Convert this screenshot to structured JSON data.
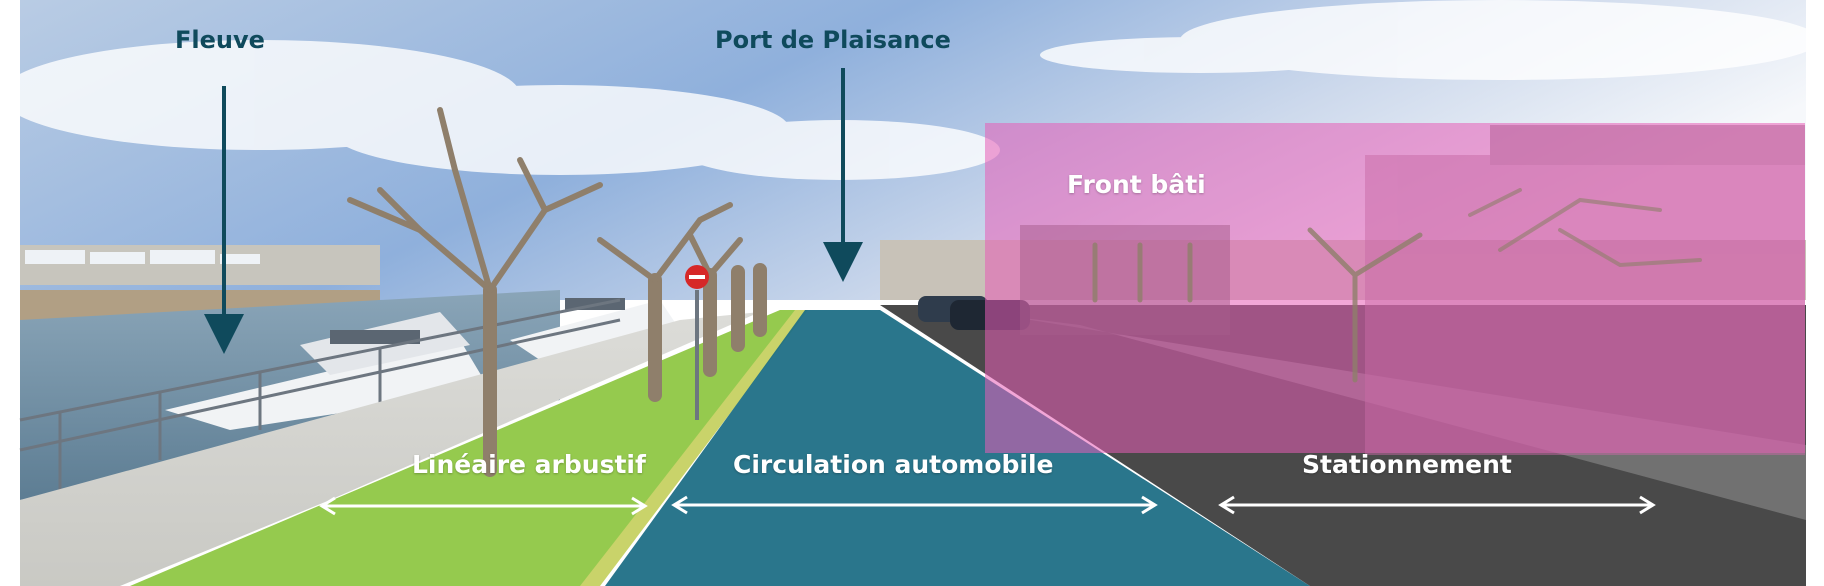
{
  "labels": {
    "fleuve": "Fleuve",
    "port": "Port de Plaisance",
    "front": "Front bâti",
    "lineaire": "Linéaire arbustif",
    "circulation": "Circulation automobile",
    "stationnement": "Stationnement"
  },
  "overlays": {
    "green_strip": "#8cc63f",
    "road_blue": "#1f6f86",
    "parking_gray": "#333333",
    "facade_pink": "#e85cb6",
    "label_dark": "#0f4a5c",
    "label_white": "#ffffff"
  }
}
